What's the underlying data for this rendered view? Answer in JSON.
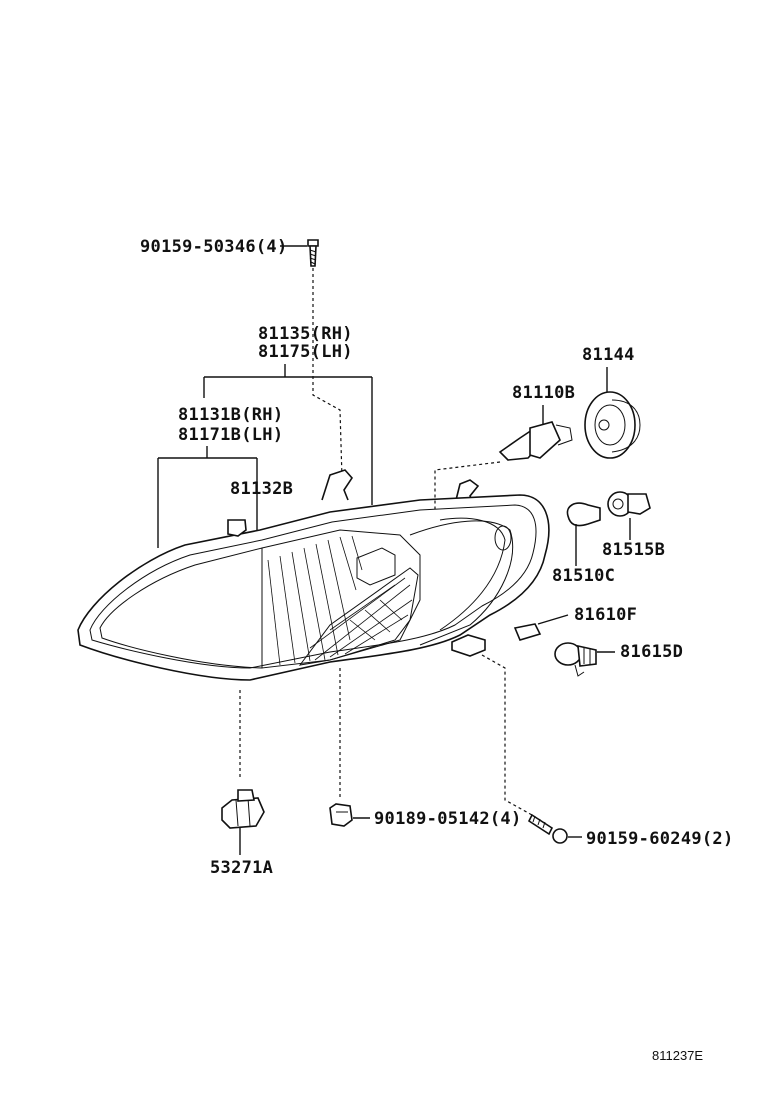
{
  "diagram": {
    "labels": {
      "screw_top": "90159-50346(4)",
      "housing_rh": "81135(RH)",
      "housing_lh": "81175(LH)",
      "unit_rh": "81131B(RH)",
      "unit_lh": "81171B(LH)",
      "part_81132b": "81132B",
      "bulb_headlamp": "81110B",
      "cap": "81144",
      "bulb_81510c": "81510C",
      "socket_81515b": "81515B",
      "bulb_81610f": "81610F",
      "socket_81615d": "81615D",
      "clip_bottom": "90189-05142(4)",
      "screw_bottom": "90159-60249(2)",
      "adjuster": "53271A"
    },
    "figure_id": "811237E"
  }
}
